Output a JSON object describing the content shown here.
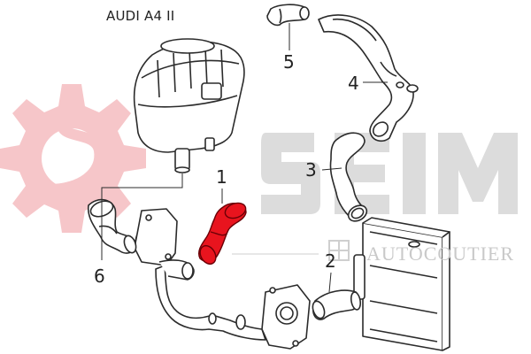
{
  "header": {
    "title": "AUDI A4 II"
  },
  "callouts": [
    {
      "number": "1"
    },
    {
      "number": "2"
    },
    {
      "number": "3"
    },
    {
      "number": "4"
    },
    {
      "number": "5"
    },
    {
      "number": "6"
    }
  ],
  "watermark": {
    "brand": "SEIM",
    "subtitle": "AUTOCOUTIER"
  },
  "colors": {
    "highlight_part": "#e8141e",
    "line_art": "#2b2b2b",
    "watermark_gear": "#f6c6c9",
    "watermark_text": "#d9d9d9"
  }
}
